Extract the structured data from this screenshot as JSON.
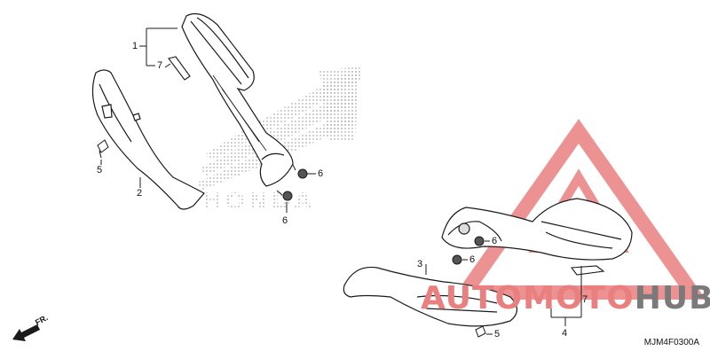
{
  "callouts": {
    "c1": "1",
    "c7a": "7",
    "c5a": "5",
    "c2": "2",
    "c6a": "6",
    "c6b": "6",
    "c6c": "6",
    "c6d": "6",
    "c3": "3",
    "c7b": "7",
    "c4": "4",
    "c5b": "5"
  },
  "direction_label": "FR.",
  "diagram_code": "MJM4F0300A",
  "watermark": {
    "part_a": "AUTOMOTO",
    "part_b": "HUB",
    "color_a": "#e97f7f",
    "color_b": "#7a7a7a"
  },
  "background_logo": "honda-wing-logo",
  "colors": {
    "line": "#1a1a1a",
    "dot": "#8a8a8a",
    "warning": "#e97f7f"
  }
}
